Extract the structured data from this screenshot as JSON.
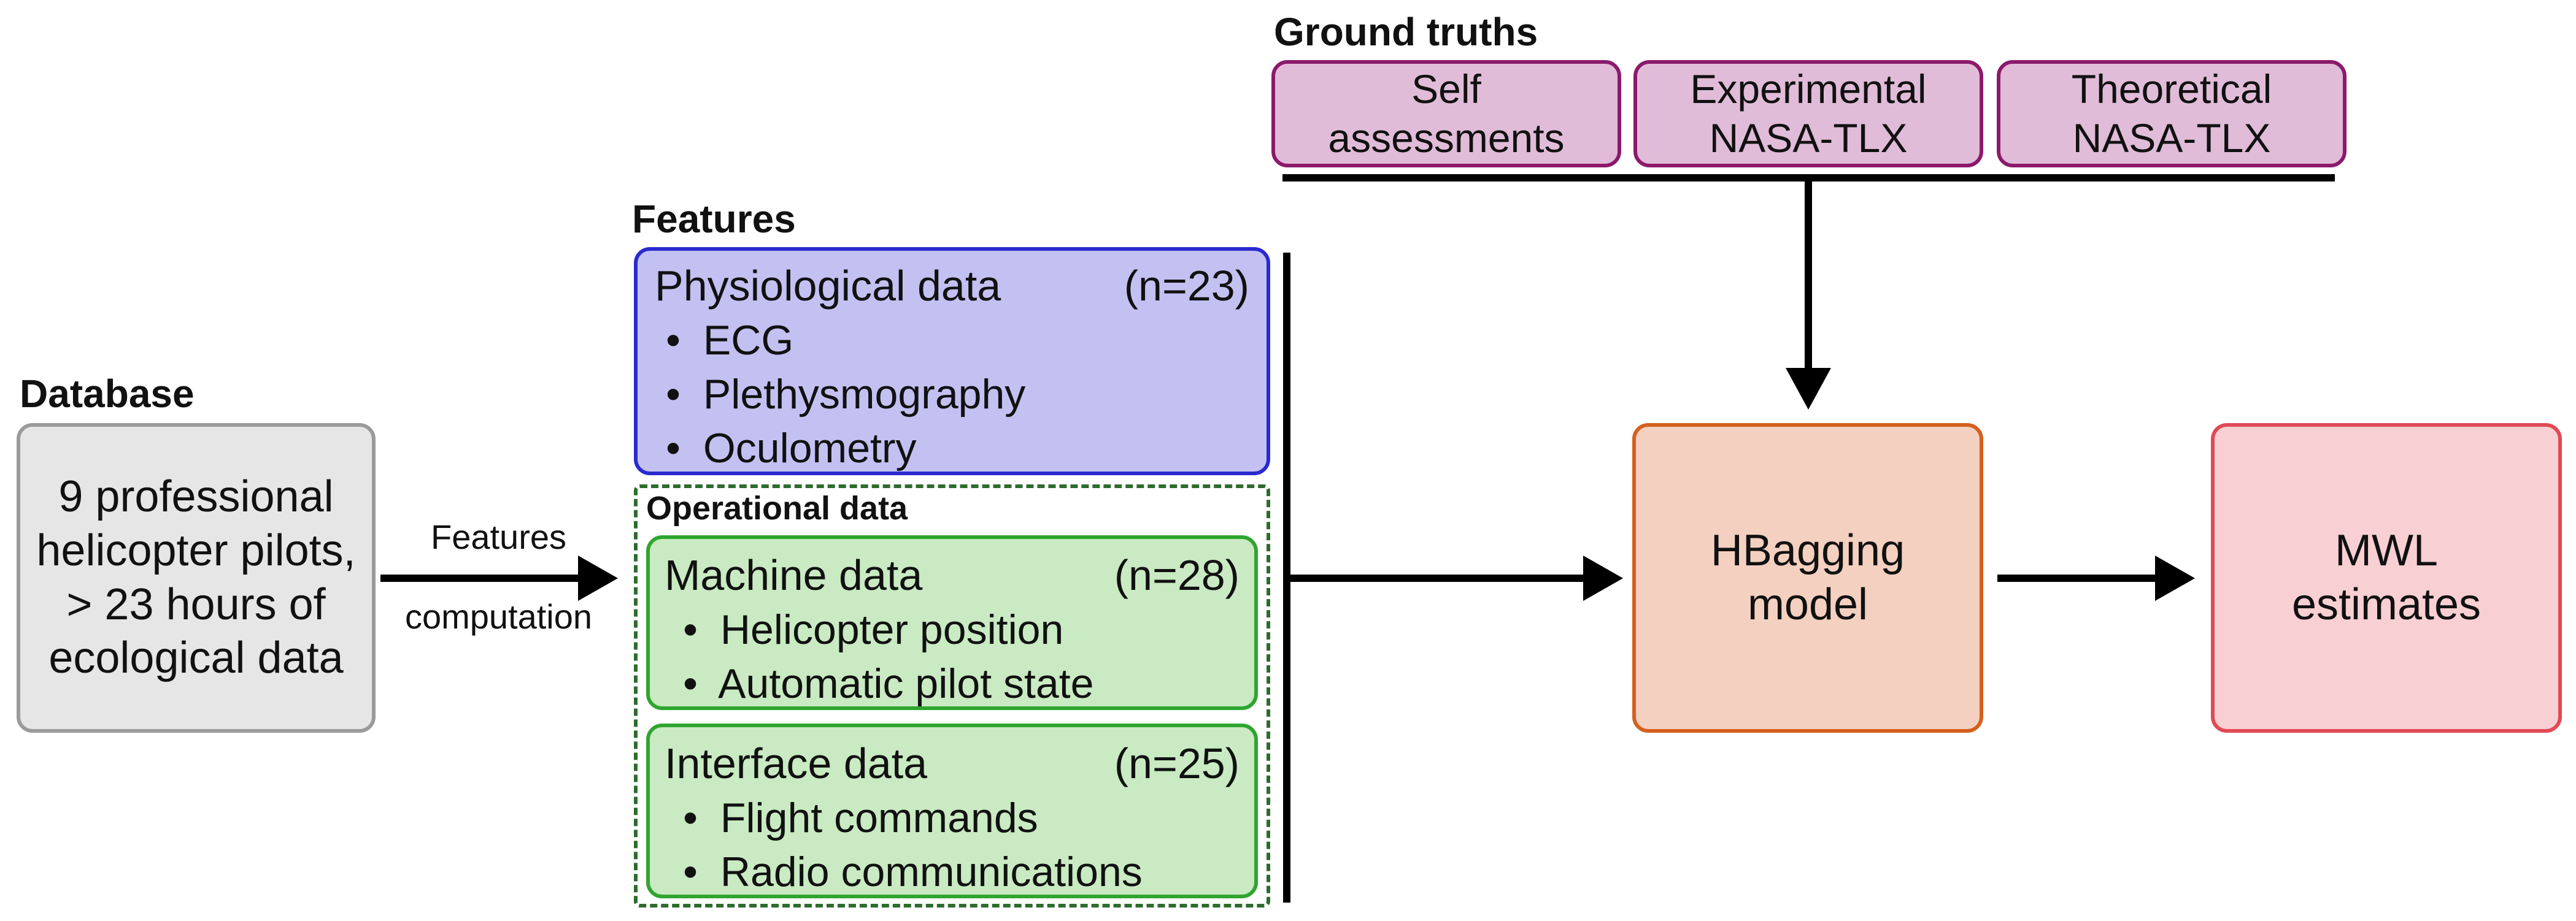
{
  "ground_truths": {
    "heading": "Ground truths",
    "items": [
      {
        "line1": "Self",
        "line2": "assessments"
      },
      {
        "line1": "Experimental",
        "line2": "NASA-TLX"
      },
      {
        "line1": "Theoretical",
        "line2": "NASA-TLX"
      }
    ]
  },
  "database": {
    "heading": "Database",
    "lines": [
      "9 professional",
      "helicopter pilots,",
      "> 23 hours of",
      "ecological data"
    ]
  },
  "features_arrow": {
    "line1": "Features",
    "line2": "computation"
  },
  "features": {
    "heading": "Features",
    "physiological": {
      "title": "Physiological data",
      "count": "(n=23)",
      "bullets": [
        "ECG",
        "Plethysmography",
        "Oculometry"
      ]
    },
    "operational": {
      "heading": "Operational data",
      "machine": {
        "title": "Machine data",
        "count": "(n=28)",
        "bullets": [
          "Helicopter position",
          "Automatic pilot state"
        ]
      },
      "interface": {
        "title": "Interface data",
        "count": "(n=25)",
        "bullets": [
          "Flight commands",
          "Radio communications"
        ]
      }
    }
  },
  "model": {
    "line1": "HBagging",
    "line2": "model"
  },
  "output": {
    "line1": "MWL",
    "line2": "estimates"
  },
  "colors": {
    "ground_truth_fill": "#e0bcd8",
    "ground_truth_border": "#8b1a6b",
    "database_fill": "#e6e6e6",
    "database_border": "#9a9a9a",
    "physio_fill": "#c3c1f2",
    "physio_border": "#2a2ad0",
    "operational_fill": "#c9eac2",
    "operational_border": "#2fa52f",
    "operational_dash": "#2e6b2e",
    "model_fill": "#f4d0c0",
    "model_border": "#d4601e",
    "output_fill": "#f8cfd3",
    "output_border": "#e04a55"
  }
}
